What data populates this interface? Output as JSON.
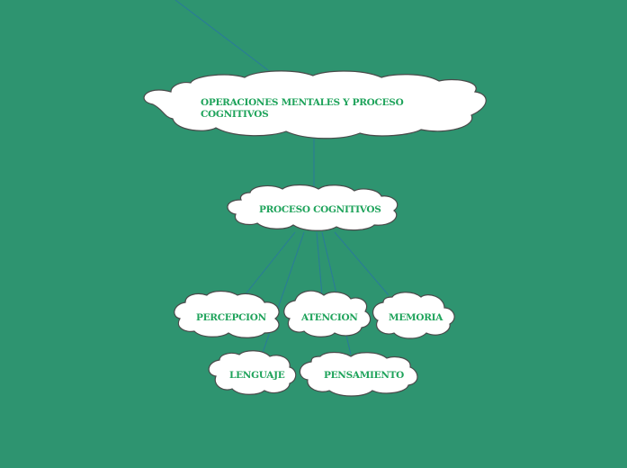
{
  "diagram": {
    "root": {
      "label": "OPERACIONES MENTALES Y PROCESO COGNITIVOS"
    },
    "center": {
      "label": "PROCESO COGNITIVOS"
    },
    "children": [
      {
        "label": "PERCEPCION"
      },
      {
        "label": "ATENCION"
      },
      {
        "label": "MEMORIA"
      },
      {
        "label": "LENGUAJE"
      },
      {
        "label": "PENSAMIENTO"
      }
    ]
  },
  "colors": {
    "background": "#2e9470",
    "cloud_fill": "#ffffff",
    "cloud_stroke": "#4a4a4a",
    "text": "#1fa35b",
    "connector": "#2a7a9a"
  }
}
